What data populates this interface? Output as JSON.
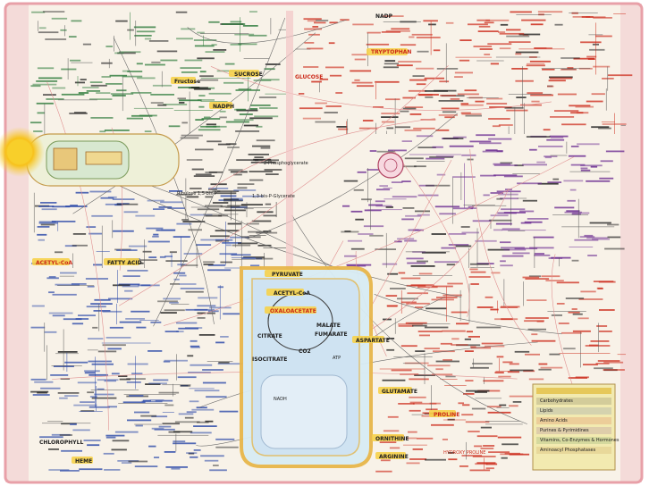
{
  "colors": {
    "paper": "#f8f2e8",
    "border": "#e8a0a8",
    "black_text": "#202020",
    "red_text": "#cc2a1a",
    "green_text": "#2c7a3a",
    "blue_text": "#2a48a8",
    "purple_text": "#6a2a90",
    "highlight": "#f6d24a",
    "sun": "#f7c21a",
    "tca_fill": "#cfe3f2",
    "tca_outline": "#e8b64a",
    "chloro_fill": "#d8e8d0",
    "legend_fill": "#f2eab0"
  },
  "icons": [
    "sun-icon",
    "membrane-icon"
  ],
  "labels": {
    "tryptophan": "TRYPTOPHAN",
    "pyruvate": "PYRUVATE",
    "acetyl_coa": "ACETYL-CoA",
    "oxaloacetate": "OXALOACETATE",
    "citrate": "CITRATE",
    "isocitrate": "ISOCITRATE",
    "malate": "MALATE",
    "fumarate": "FUMARATE",
    "aspartate": "ASPARTATE",
    "glutamate": "GLUTAMATE",
    "ornithine": "ORNITHINE",
    "arginine": "ARGININE",
    "proline": "PROLINE",
    "heme": "HEME",
    "fatty_acid": "FATTY ACID",
    "sucrose": "SUCROSE",
    "glucose": "GLUCOSE",
    "fructose": "Fructose",
    "nadph": "NADPH",
    "nadp": "NADP",
    "nadh": "NADH",
    "atp": "ATP",
    "co2": "CO2",
    "glycerate": "2-Phosphoglycerate",
    "triose": "1,3-bis-P-Glycerate",
    "ribulose": "Ribulose 1,5-bis-P",
    "chlorophyll": "CHLOROPHYLL",
    "acetyl_coa_side": "ACETYL-CoA",
    "hydroxyproline": "HYDROXY PROLINE",
    "legend_rows": [
      "Carbohydrates",
      "Lipids",
      "Amino Acids",
      "Purines & Pyrimidines",
      "Vitamins, Co-Enzymes & Hormones",
      "Aminoacyl Phosphatases"
    ]
  }
}
